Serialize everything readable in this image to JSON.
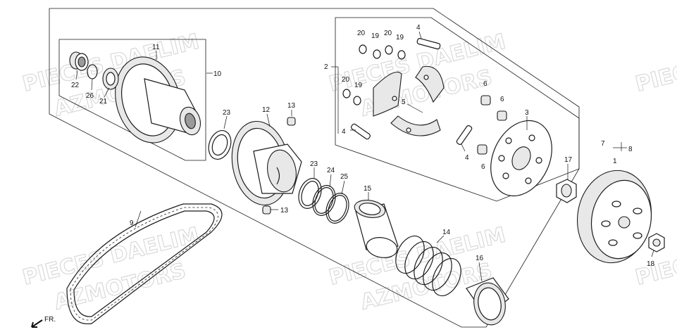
{
  "watermarks": [
    {
      "line1": "PIECES DAELIM",
      "line2": "AZMOTORS"
    }
  ],
  "direction_label": "FR.",
  "parts": [
    {
      "id": "p1",
      "label": "1"
    },
    {
      "id": "p2",
      "label": "2"
    },
    {
      "id": "p3",
      "label": "3"
    },
    {
      "id": "p4a",
      "label": "4"
    },
    {
      "id": "p4b",
      "label": "4"
    },
    {
      "id": "p4c",
      "label": "4"
    },
    {
      "id": "p5",
      "label": "5"
    },
    {
      "id": "p6a",
      "label": "6"
    },
    {
      "id": "p6b",
      "label": "6"
    },
    {
      "id": "p6c",
      "label": "6"
    },
    {
      "id": "p7",
      "label": "7"
    },
    {
      "id": "p8",
      "label": "8"
    },
    {
      "id": "p9",
      "label": "9"
    },
    {
      "id": "p10",
      "label": "10"
    },
    {
      "id": "p11",
      "label": "11"
    },
    {
      "id": "p12",
      "label": "12"
    },
    {
      "id": "p13a",
      "label": "13"
    },
    {
      "id": "p13b",
      "label": "13"
    },
    {
      "id": "p14",
      "label": "14"
    },
    {
      "id": "p15",
      "label": "15"
    },
    {
      "id": "p16",
      "label": "16"
    },
    {
      "id": "p17",
      "label": "17"
    },
    {
      "id": "p18",
      "label": "18"
    },
    {
      "id": "p19a",
      "label": "19"
    },
    {
      "id": "p19b",
      "label": "19"
    },
    {
      "id": "p19c",
      "label": "19"
    },
    {
      "id": "p20a",
      "label": "20"
    },
    {
      "id": "p20b",
      "label": "20"
    },
    {
      "id": "p20c",
      "label": "20"
    },
    {
      "id": "p21",
      "label": "21"
    },
    {
      "id": "p22",
      "label": "22"
    },
    {
      "id": "p23a",
      "label": "23"
    },
    {
      "id": "p23b",
      "label": "23"
    },
    {
      "id": "p24",
      "label": "24"
    },
    {
      "id": "p25",
      "label": "25"
    },
    {
      "id": "p26",
      "label": "26"
    }
  ]
}
